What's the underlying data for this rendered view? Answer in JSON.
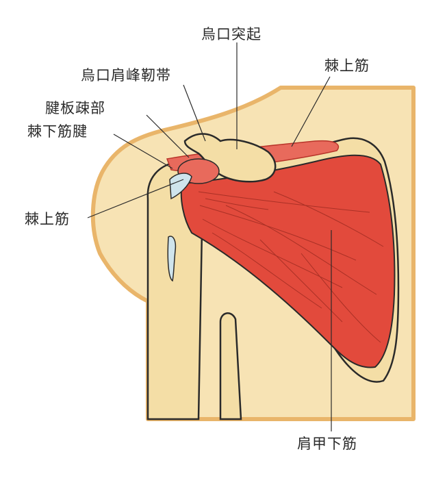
{
  "labels": {
    "coracoid_process": "烏口突起",
    "coracoacromial_ligament": "烏口肩峰靭帯",
    "rotator_interval": "腱板疎部",
    "infraspinatus_tendon": "棘下筋腱",
    "supraspinatus_top": "棘上筋",
    "supraspinatus_left": "棘上筋",
    "subscapularis": "肩甲下筋"
  },
  "colors": {
    "skin": "#f7e3b4",
    "skin_outline": "#e9b56a",
    "bone": "#f4dea6",
    "muscle": "#e24a3c",
    "muscle_dark": "#b8342a",
    "tendon": "#cfe4ec",
    "ink": "#2a2a2a"
  }
}
